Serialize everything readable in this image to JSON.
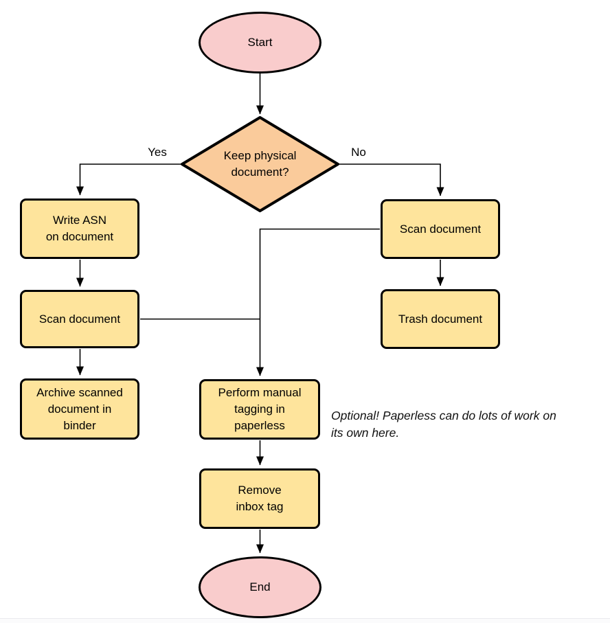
{
  "page": {
    "background": "#ffffff",
    "footer_line_color": "#e9e9ee"
  },
  "colors": {
    "terminal_fill": "#F9CCCC",
    "decision_fill": "#FACB9B",
    "process_fill": "#FEE49C",
    "stroke": "#000000"
  },
  "nodes": {
    "start": {
      "label": "Start"
    },
    "decision": {
      "label": "Keep physical\ndocument?"
    },
    "write_asn": {
      "label": "Write ASN\non document"
    },
    "scan_left": {
      "label": "Scan document"
    },
    "archive": {
      "label": "Archive scanned\ndocument in\nbinder"
    },
    "scan_right": {
      "label": "Scan document"
    },
    "trash": {
      "label": "Trash document"
    },
    "tagging": {
      "label": "Perform manual\ntagging in\npaperless"
    },
    "remove_inbox": {
      "label": "Remove\ninbox tag"
    },
    "end": {
      "label": "End"
    }
  },
  "edge_labels": {
    "yes": "Yes",
    "no": "No"
  },
  "annotation": {
    "text": "Optional! Paperless can do lots of work on\nits own here."
  }
}
